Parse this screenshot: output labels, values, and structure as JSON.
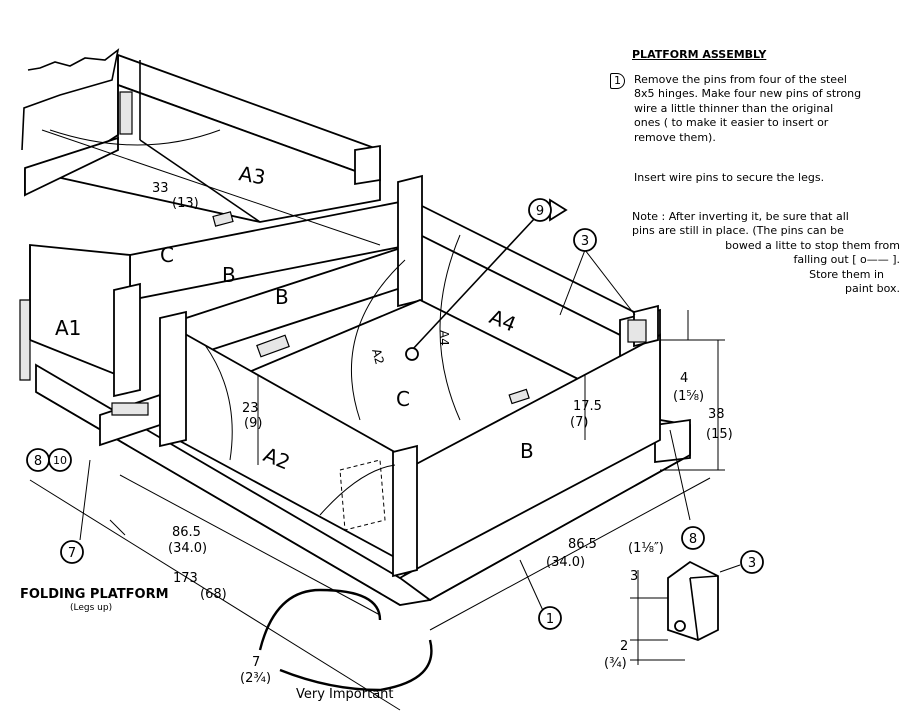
{
  "notes": {
    "heading": "PLATFORM ASSEMBLY",
    "step1_marker": "1",
    "step1_lines": [
      "Remove the pins from four of the steel",
      "8x5 hinges.  Make four new pins of strong",
      "wire a little thinner than the original",
      "ones ( to make it easier to insert or",
      "remove them)."
    ],
    "insert_pins": "Insert wire pins to secure the legs.",
    "note_lines": [
      "Note : After inverting it, be sure that all",
      "pins are still in place.  (The pins can be",
      "bowed a litte to stop them from",
      "falling out [ o—— ].",
      "Store them in",
      "paint box."
    ]
  },
  "caption": {
    "title": "FOLDING PLATFORM",
    "subtitle": "(Legs up)"
  },
  "panels": {
    "a1": "A1",
    "a2": "A2",
    "a3": "A3",
    "a4": "A4",
    "b_left": "B",
    "b_mid": "B",
    "b_front": "B",
    "c_back": "C",
    "c_floor": "C",
    "a2_diag": "A2",
    "a4_diag": "A4"
  },
  "callouts": {
    "c1": "1",
    "c3_top": "3",
    "c3_detail": "3",
    "c7": "7",
    "c8_left": "8",
    "c10": "10",
    "c8_right": "8",
    "c9": "9"
  },
  "dimensions": {
    "d33": "33",
    "d13": "(13)",
    "d23": "23",
    "d9": "(9)",
    "d175": "17.5",
    "d7": "(7)",
    "d4": "4",
    "d1_5_8": "(1⅝)",
    "d38": "38",
    "d15": "(15)",
    "d86_5_left": "86.5",
    "d34_left": "(34.0)",
    "d173": "173",
    "d68": "(68)",
    "d86_5_right": "86.5",
    "d34_right": "(34.0)",
    "d1_1_8": "(1⅛″)",
    "d3": "3",
    "d2": "2",
    "d3_4": "(¾)",
    "d7_frac": "7",
    "d2_3_4": "(2¾)"
  },
  "very_important": "Very Important"
}
